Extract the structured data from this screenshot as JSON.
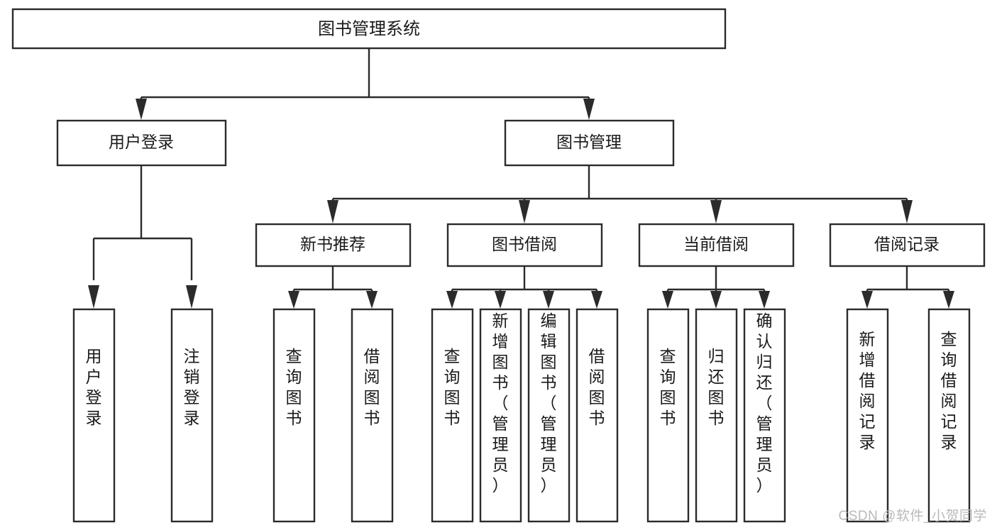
{
  "diagram": {
    "title": "图书管理系统",
    "type": "tree",
    "watermark": "CSDN @软件_小贺同学",
    "colors": {
      "box_stroke": "#2b2b2b",
      "box_fill": "#ffffff",
      "text": "#1a1a1a",
      "watermark": "#b9b9b9",
      "background": "#ffffff"
    },
    "levels": {
      "root": {
        "label": "图书管理系统"
      },
      "level2": [
        {
          "id": "user-login",
          "label": "用户登录"
        },
        {
          "id": "book-management",
          "label": "图书管理"
        }
      ],
      "level3": [
        {
          "id": "new-book-recommend",
          "label": "新书推荐",
          "parent": "book-management"
        },
        {
          "id": "book-borrow",
          "label": "图书借阅",
          "parent": "book-management"
        },
        {
          "id": "current-borrow",
          "label": "当前借阅",
          "parent": "book-management"
        },
        {
          "id": "borrow-record",
          "label": "借阅记录",
          "parent": "book-management"
        }
      ],
      "leaves": [
        {
          "id": "leaf-user-login",
          "label": "用户登录",
          "parent": "user-login"
        },
        {
          "id": "leaf-logout-login",
          "label": "注销登录",
          "parent": "user-login"
        },
        {
          "id": "leaf-query-book-1",
          "label": "查询图书",
          "parent": "new-book-recommend"
        },
        {
          "id": "leaf-borrow-book-1",
          "label": "借阅图书",
          "parent": "new-book-recommend"
        },
        {
          "id": "leaf-query-book-2",
          "label": "查询图书",
          "parent": "book-borrow"
        },
        {
          "id": "leaf-add-book",
          "label": "新增图书（管理员）",
          "parent": "book-borrow"
        },
        {
          "id": "leaf-edit-book",
          "label": "编辑图书（管理员）",
          "parent": "book-borrow"
        },
        {
          "id": "leaf-borrow-book-2",
          "label": "借阅图书",
          "parent": "book-borrow"
        },
        {
          "id": "leaf-query-book-3",
          "label": "查询图书",
          "parent": "current-borrow"
        },
        {
          "id": "leaf-return-book",
          "label": "归还图书",
          "parent": "current-borrow"
        },
        {
          "id": "leaf-confirm-return",
          "label": "确认归还（管理员）",
          "parent": "current-borrow"
        },
        {
          "id": "leaf-add-record",
          "label": "新增借阅记录",
          "parent": "borrow-record"
        },
        {
          "id": "leaf-query-record",
          "label": "查询借阅记录",
          "parent": "borrow-record"
        }
      ]
    }
  }
}
